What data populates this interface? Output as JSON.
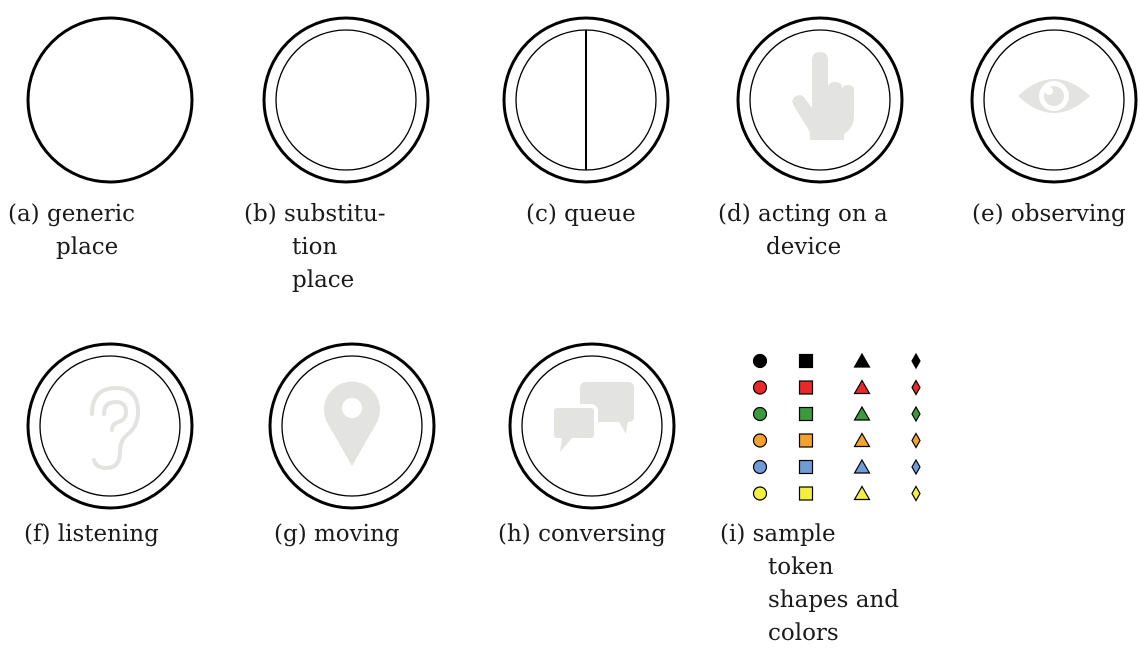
{
  "colors": {
    "stroke": "#000000",
    "icon_fill": "#e3e3e1",
    "token_colors": [
      "#000000",
      "#e8282b",
      "#3b9a3b",
      "#f5a12f",
      "#6f9bd6",
      "#f4ef3e"
    ]
  },
  "figures": [
    {
      "id": "a",
      "place": "single",
      "icon": "",
      "caption": [
        "(a) generic",
        "place"
      ]
    },
    {
      "id": "b",
      "place": "double",
      "icon": "",
      "caption": [
        "(b) substitu-",
        "tion",
        "place"
      ]
    },
    {
      "id": "c",
      "place": "double",
      "icon": "queue-divider",
      "caption": [
        "(c) queue"
      ]
    },
    {
      "id": "d",
      "place": "double",
      "icon": "pointing-hand-icon",
      "caption": [
        "(d) acting on a",
        "device"
      ]
    },
    {
      "id": "e",
      "place": "double",
      "icon": "eye-icon",
      "caption": [
        "(e) observing"
      ]
    },
    {
      "id": "f",
      "place": "double",
      "icon": "ear-icon",
      "caption": [
        "(f) listening"
      ]
    },
    {
      "id": "g",
      "place": "double",
      "icon": "map-pin-icon",
      "caption": [
        "(g) moving"
      ]
    },
    {
      "id": "h",
      "place": "double",
      "icon": "speech-bubbles-icon",
      "caption": [
        "(h) conversing"
      ]
    },
    {
      "id": "i",
      "place": "tokens",
      "icon": "",
      "caption": [
        "(i) sample",
        "token",
        "shapes and",
        "colors"
      ]
    }
  ],
  "token_shapes": [
    "circle",
    "square",
    "triangle",
    "diamond"
  ]
}
